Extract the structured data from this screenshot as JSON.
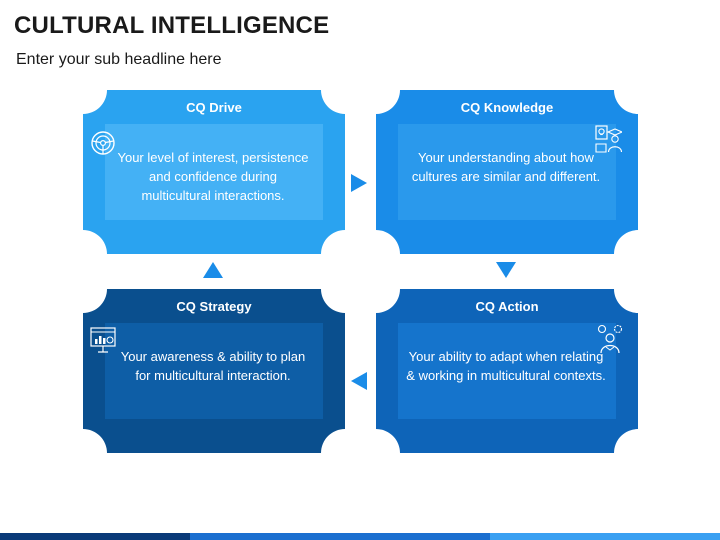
{
  "header": {
    "title": "CULTURAL INTELLIGENCE",
    "subtitle": "Enter your sub headline here"
  },
  "cards": [
    {
      "title": "CQ Drive",
      "body": "Your level of interest, persistence and confidence during multicultural interactions.",
      "color": "#2aa3f0",
      "body_color": "#44b1f5",
      "icon": "steering-wheel-icon"
    },
    {
      "title": "CQ Knowledge",
      "body": "Your understanding about how cultures are similar and different.",
      "color": "#1a8ce8",
      "body_color": "#2a99ec",
      "icon": "graduate-idea-icon"
    },
    {
      "title": "CQ Strategy",
      "body": "Your awareness & ability to plan for multicultural interaction.",
      "color": "#0a4f8e",
      "body_color": "#0e5ea6",
      "icon": "presentation-icon"
    },
    {
      "title": "CQ Action",
      "body": "Your ability to adapt when relating & working in multicultural contexts.",
      "color": "#0e64b8",
      "body_color": "#1574cc",
      "icon": "person-gears-icon"
    }
  ],
  "arrows": {
    "color": "#1a8ce8",
    "right": "arrow-right-icon",
    "down": "arrow-down-icon",
    "left": "arrow-left-icon",
    "up": "arrow-up-icon"
  },
  "bottom_bar": {
    "colors": [
      "#0a3a78",
      "#1b6fd0",
      "#3aa0f2"
    ]
  }
}
